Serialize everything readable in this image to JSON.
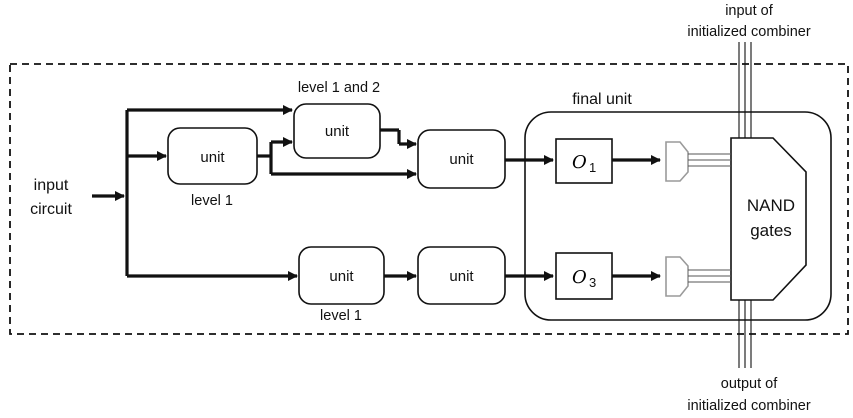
{
  "labels": {
    "input_circuit_line1": "input",
    "input_circuit_line2": "circuit",
    "level1_upper": "level 1",
    "level1_lower": "level 1",
    "level1and2": "level 1 and 2",
    "final_unit": "final unit",
    "nand_line1": "NAND",
    "nand_line2": "gates",
    "combiner_input_line1": "input of",
    "combiner_input_line2": "initialized combiner",
    "combiner_output_line1": "output of",
    "combiner_output_line2": "initialized combiner"
  },
  "units": {
    "level1_top": "unit",
    "level12": "unit",
    "merge_top": "unit",
    "level1_bottom": "unit",
    "chain_bottom": "unit"
  },
  "oracles": {
    "o1_base": "O",
    "o1_sub": "1",
    "o3_base": "O",
    "o3_sub": "3"
  },
  "colors": {
    "line": "#111111",
    "gray_component": "#9a9a9a"
  }
}
